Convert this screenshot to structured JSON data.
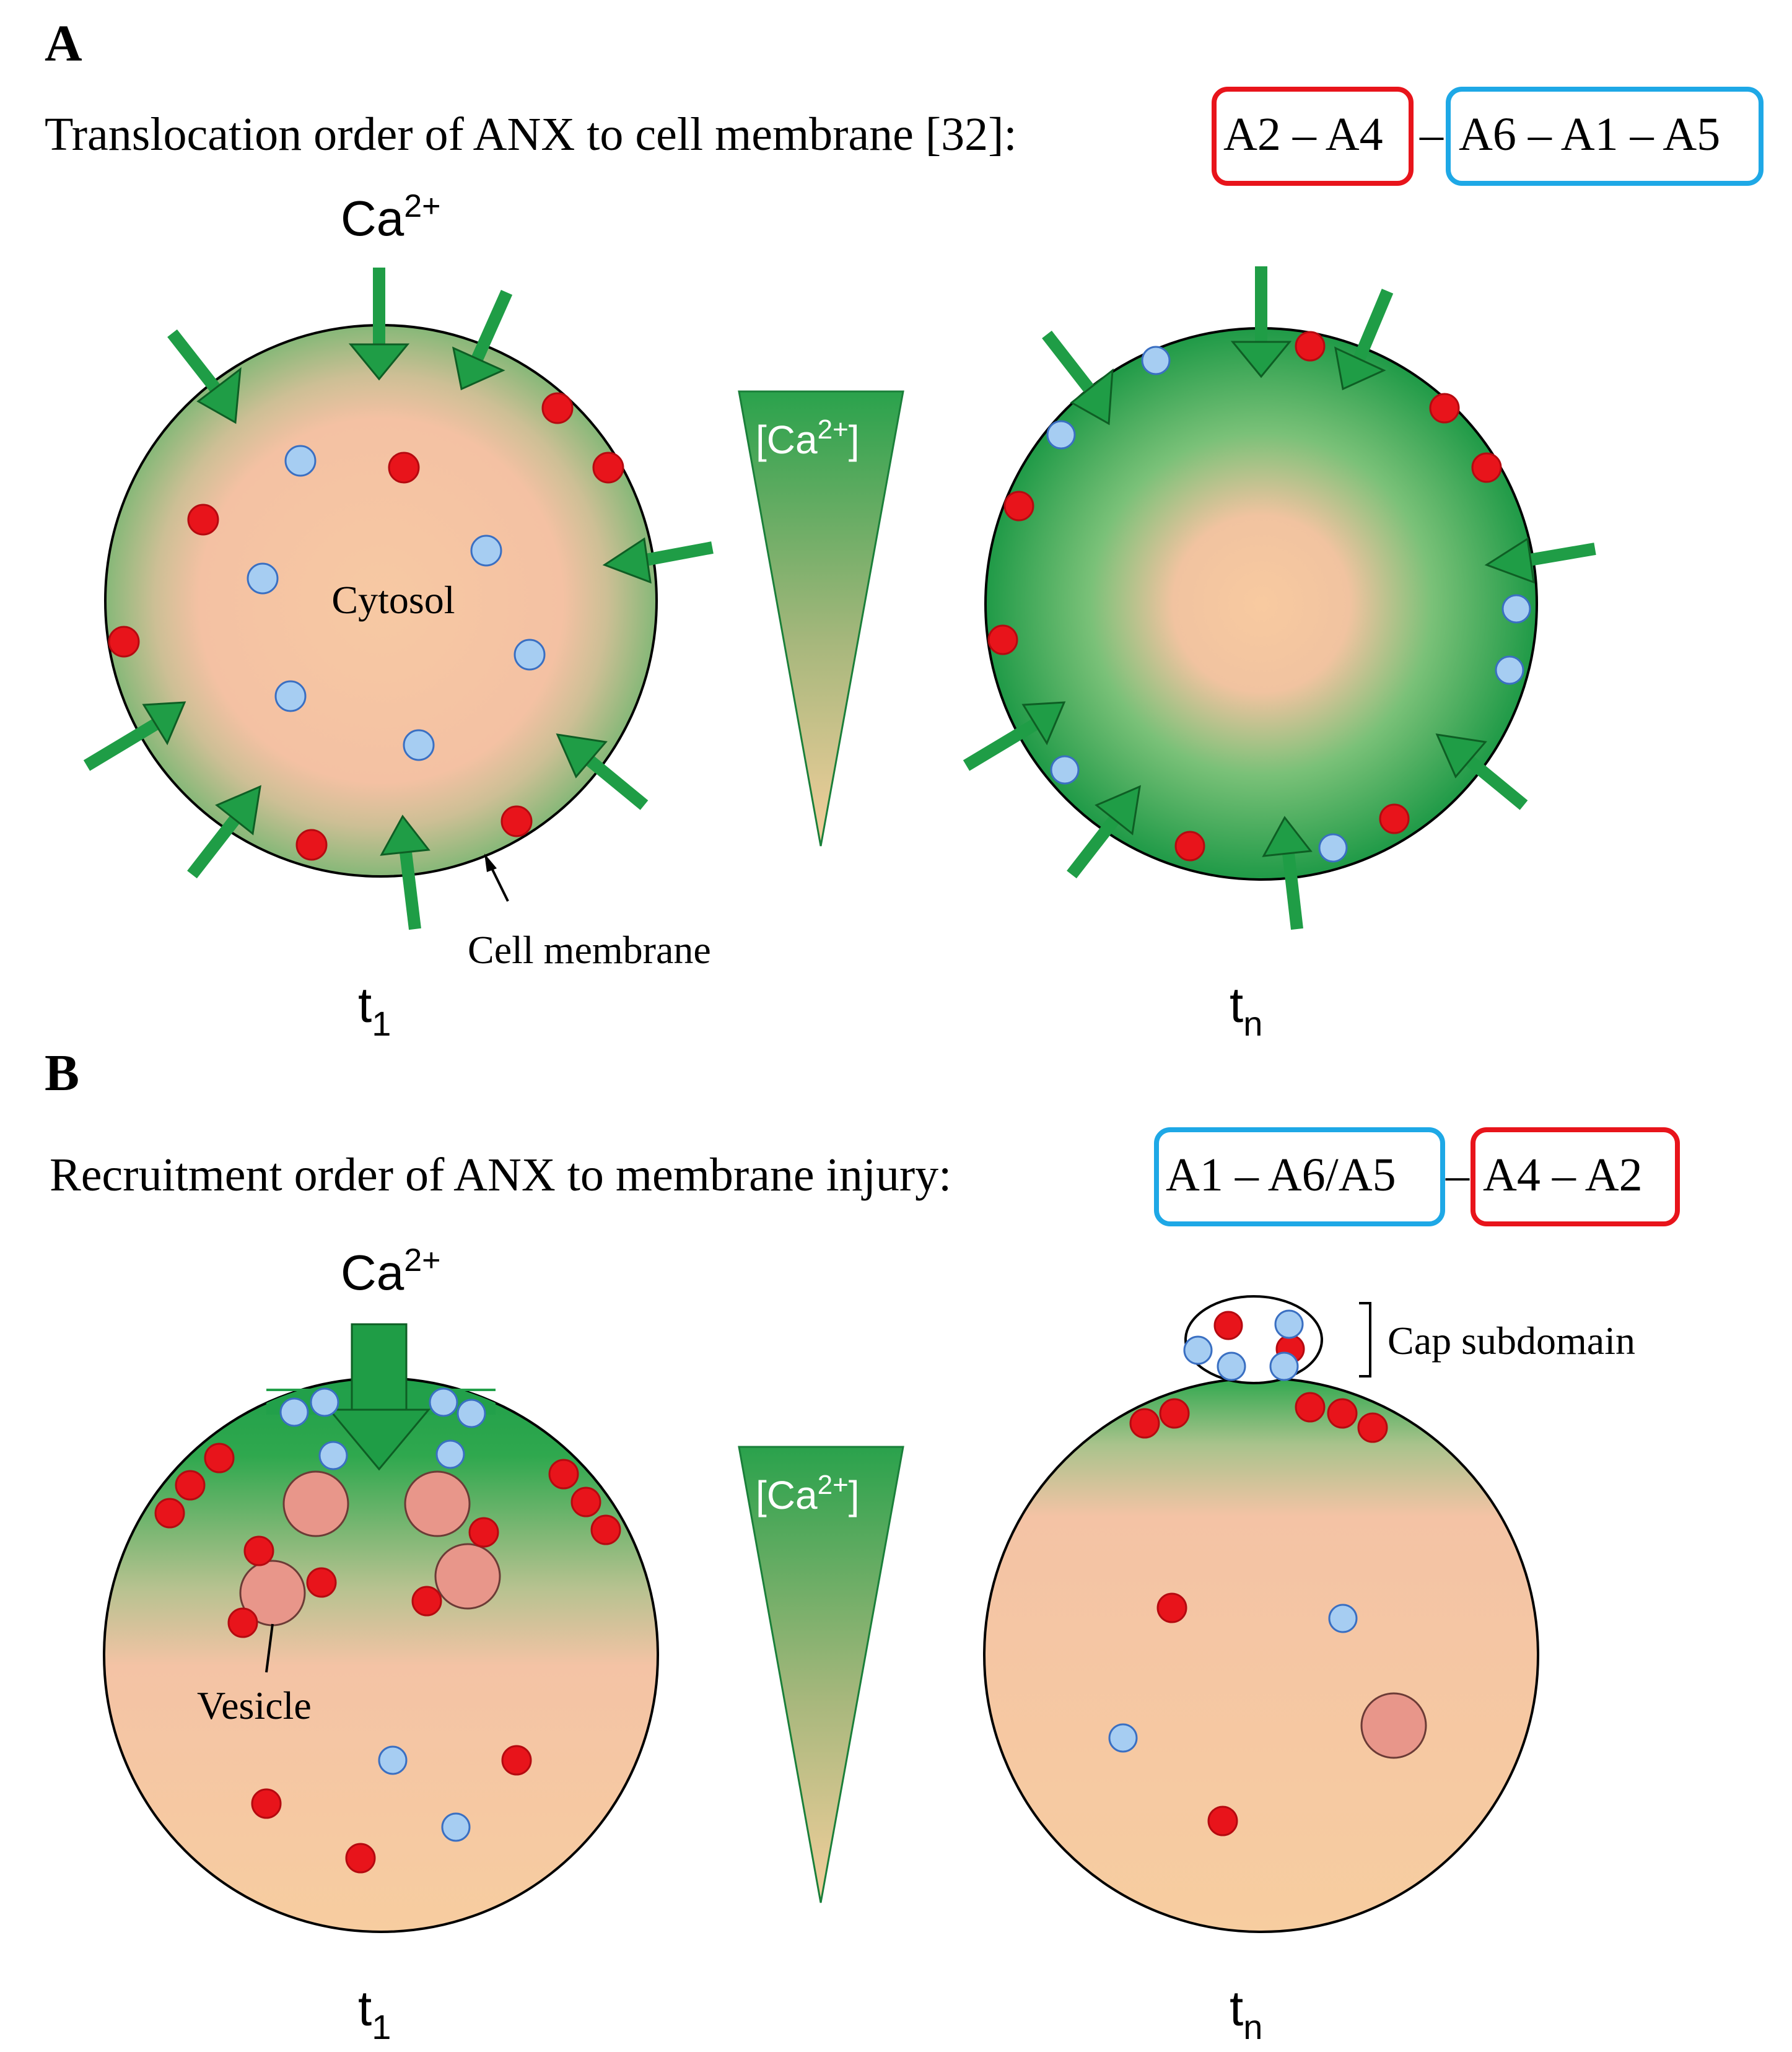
{
  "panel_a": {
    "label": "A",
    "heading_prefix": "Translocation order of ANX to cell membrane [32]:",
    "group_red": "A2 – A4",
    "dash": "–",
    "group_blue": "A6 – A1 – A5",
    "ca_label": "Ca",
    "ca_sup": "2+",
    "cytosol_label": "Cytosol",
    "membrane_label": "Cell membrane",
    "wedge_label": "[Ca",
    "wedge_sup": "2+",
    "wedge_close": "]",
    "t_left": "t",
    "t_left_sub": "1",
    "t_right": "t",
    "t_right_sub": "n"
  },
  "panel_b": {
    "label": "B",
    "heading_prefix": "Recruitment order of ANX to membrane injury:",
    "group_blue": "A1 – A6/A5",
    "dash": "–",
    "group_red": "A4 – A2",
    "ca_label": "Ca",
    "ca_sup": "2+",
    "vesicle_label": "Vesicle",
    "cap_label": "Cap subdomain",
    "wedge_label": "[Ca",
    "wedge_sup": "2+",
    "wedge_close": "]",
    "t_left": "t",
    "t_left_sub": "1",
    "t_right": "t",
    "t_right_sub": "n"
  },
  "colors": {
    "red_annexin": "#e8141b",
    "blue_annexin": "#a6cdf2",
    "green": "#1f9d46",
    "cytosol": "#f6c6a6",
    "vesicle": "#e8968a",
    "red_box": "#e8141b",
    "blue_box": "#1ea8e6"
  }
}
